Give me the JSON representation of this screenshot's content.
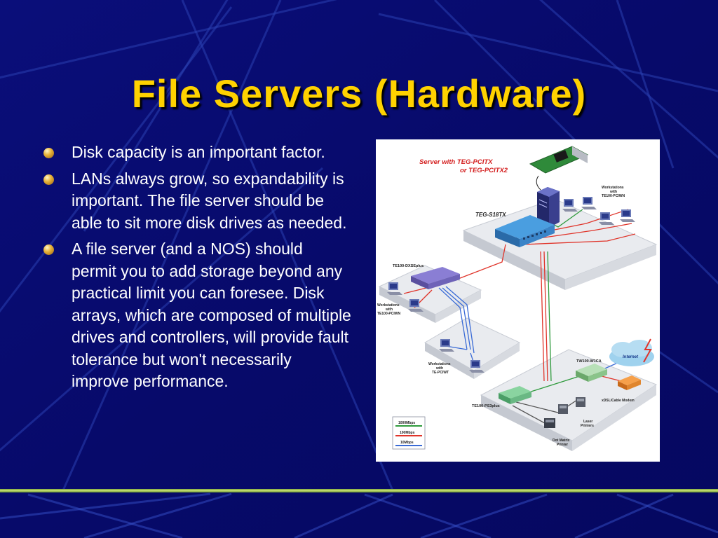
{
  "slide": {
    "title": "File Servers (Hardware)",
    "bullets": [
      "Disk capacity is an important factor.",
      "LANs always grow, so expandability is important. The file server should be able to sit more disk drives as needed.",
      "A file server (and a NOS) should permit you to add storage beyond any practical limit you can foresee. Disk arrays, which are composed of multiple drives and controllers, will provide fault tolerance but won't necessarily improve performance."
    ]
  },
  "diagram": {
    "server_label_line1": "Server with TEG-PCITX",
    "server_label_line2": "or TEG-PCITX2",
    "switch_label": "TEG-S18TX",
    "ws_top_line1": "Workstations",
    "ws_top_line2": "with",
    "ws_top_line3": "TE100-PCIWN",
    "hub_left_label": "TE100-DXSEplus",
    "ws_left_line1": "Workstations",
    "ws_left_line2": "with",
    "ws_left_line3": "TE100-PCIWN",
    "ws_mid_line1": "Workstations",
    "ws_mid_line2": "with",
    "ws_mid_line3": "TE-PCIWT",
    "print_server_label": "TE100-PS3plus",
    "router_label": "TW100-W1CA",
    "internet_label": "Internet",
    "modem_label": "xDSL/Cable Modem",
    "laser_line1": "Laser",
    "laser_line2": "Printers",
    "dotmatrix_line1": "Dot Matrix",
    "dotmatrix_line2": "Printer",
    "legend": [
      "1000Mbps",
      "100Mbps",
      "10Mbps"
    ],
    "colors": {
      "gigabit": "#2e9a3c",
      "fast": "#e0342a",
      "ten": "#3a6bd6",
      "label_red": "#d42020"
    }
  }
}
